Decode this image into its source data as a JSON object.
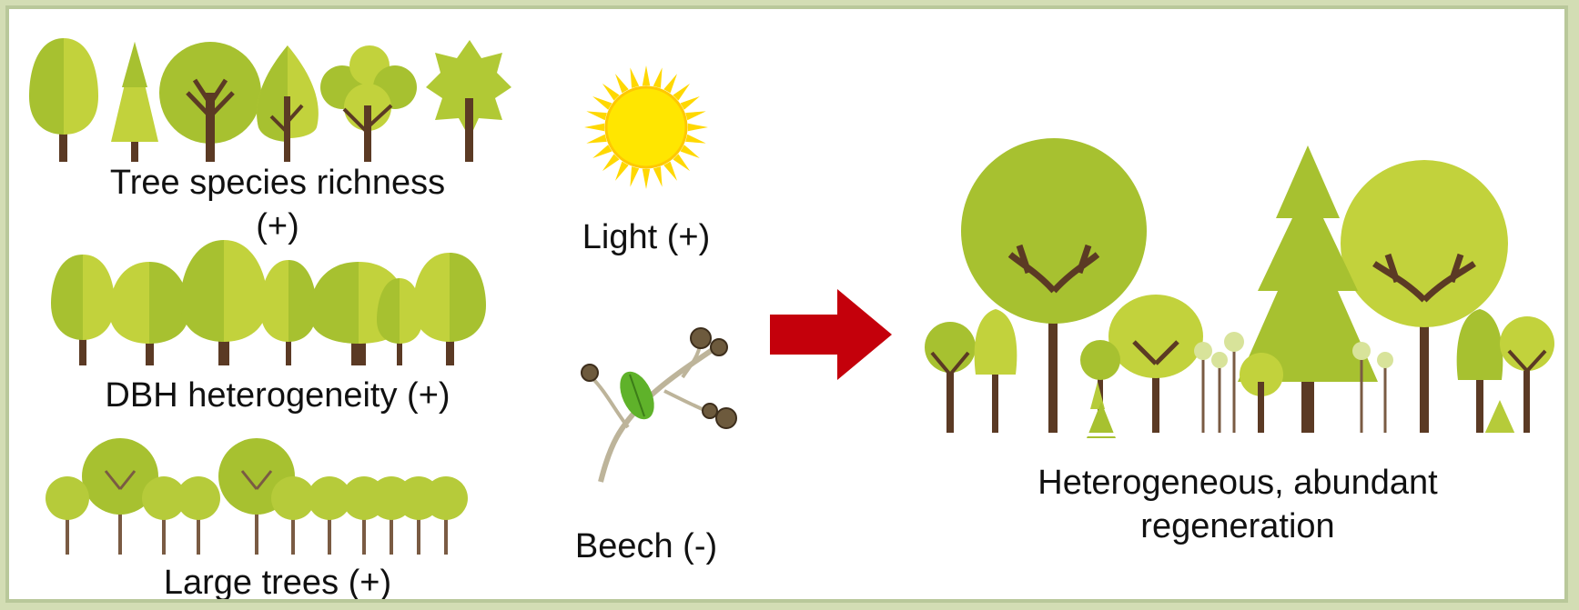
{
  "colors": {
    "leaf_light": "#c2d23c",
    "leaf_mid": "#a7c130",
    "leaf_dark": "#8aa625",
    "trunk": "#5b3a24",
    "sun": "#ffd800",
    "arrow": "#c4000b",
    "border": "#b9c89a"
  },
  "icons": [
    "tree-species-icon",
    "dbh-trees-icon",
    "large-trees-icon",
    "sun-icon",
    "beech-branch-icon",
    "arrow-right-icon",
    "forest-regeneration-icon"
  ],
  "factors": {
    "species_richness": {
      "line1": "Tree species richness",
      "line2": "(+)"
    },
    "dbh_heterogeneity": "DBH heterogeneity (+)",
    "large_trees": "Large trees (+)",
    "light": "Light (+)",
    "beech": "Beech (-)"
  },
  "outcome": {
    "line1": "Heterogeneous, abundant",
    "line2": "regeneration"
  }
}
